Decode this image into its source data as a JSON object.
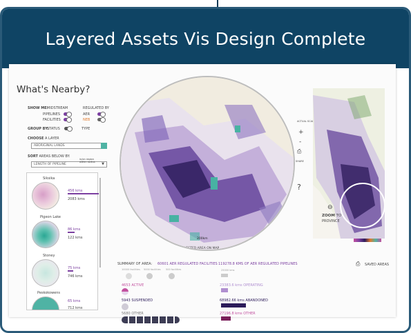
{
  "banner": {
    "title": "Layered Assets Vis Design Complete"
  },
  "panel": {
    "heading": "What's Nearby?",
    "show_me": "SHOW ME:",
    "midstream": "MIDSTREAM",
    "regulated_by": "REGULATED BY",
    "pipelines": "PIPELINES",
    "facilities": "FACILITIES",
    "aer": "AER",
    "neb": "NEB",
    "group_by": "GROUP BY:",
    "status": "STATUS",
    "type": "TYPE",
    "choose_bold": "CHOOSE",
    "choose_rest": "A LAYER",
    "layer_value": "ABORIGINAL LANDS",
    "sort_bold": "SORT",
    "sort_rest": "AREAS BELOW BY:",
    "sort_value": "LENGTH OF PIPELINE",
    "sort_legend": [
      "in/on region",
      "within radius"
    ],
    "areas": [
      {
        "name": "Siksika",
        "v1": "456 kms",
        "v2": "2083 kms"
      },
      {
        "name": "Pigeon Lake",
        "v1": "86 kms",
        "v2": "122 kms"
      },
      {
        "name": "Stoney",
        "v1": "75 kms",
        "v2": "746 kms"
      },
      {
        "name": "Peskokowens",
        "v1": "65 kms",
        "v2": "712 kms"
      }
    ]
  },
  "map": {
    "scale": "200km",
    "caption": "SELECTED AREA ON MAP",
    "actual_label": "ACTUAL SCALE",
    "share": "SHARE",
    "zoom_bold": "ZOOM",
    "zoom_rest": "TO",
    "province": "PROVINCE"
  },
  "summary": {
    "title_prefix": "SUMMARY OF AREA:",
    "title_value": "60601 AER REGULATED FACILITIES",
    "pipelines_title": "119278.8 KMS OF AER REGULATED PIPELINES",
    "scale_chips": [
      "10000 facilities",
      "5000 facilities",
      "500 facilities"
    ],
    "pipe_chip": "25000 kms",
    "active": "4653 ACTIVE",
    "suspended": "5943 SUSPENDED",
    "other": "5680 OTHER",
    "p1": "23383.6 kms OPERATING",
    "p2": "68982.66 kms ABANDONED",
    "p3": "27196.8 kms OTHER"
  },
  "saved_areas": "SAVED AREAS",
  "colors": {
    "banner": "#0f4464",
    "accent_purple": "#7b3fa0",
    "teal": "#4fb3a4",
    "pink": "#c2509f"
  }
}
